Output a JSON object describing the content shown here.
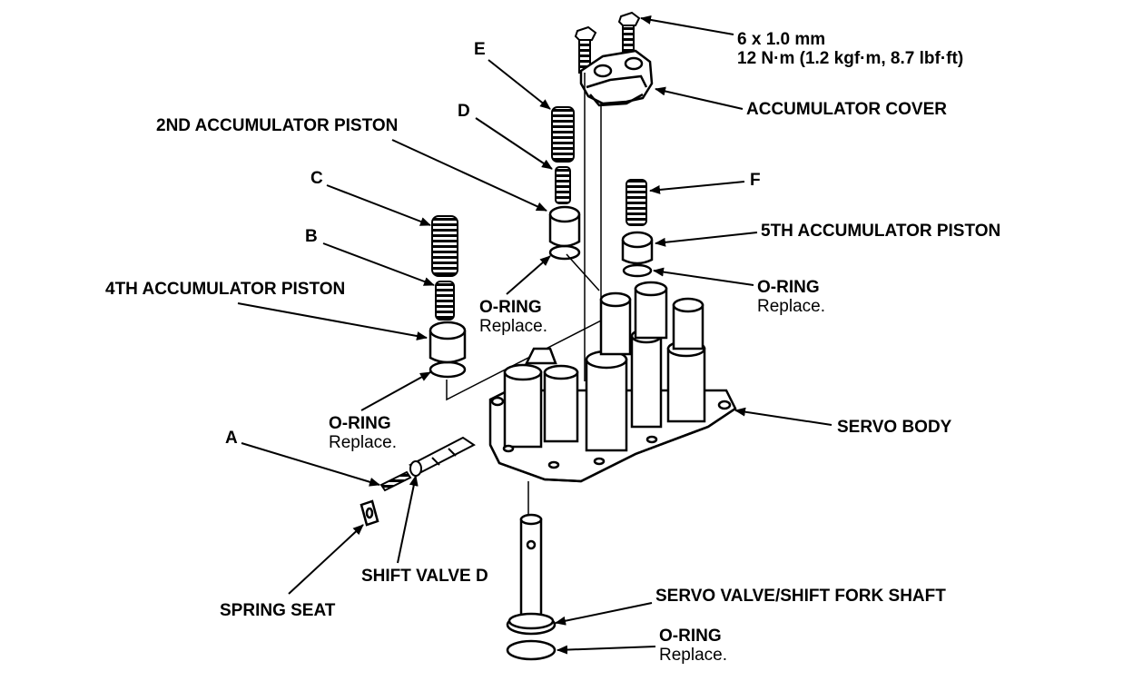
{
  "labels": {
    "bolt_size": "6 x 1.0 mm",
    "bolt_torque": "12 N·m (1.2 kgf·m, 8.7 lbf·ft)",
    "accumulator_cover": "ACCUMULATOR COVER",
    "e": "E",
    "d": "D",
    "c": "C",
    "b": "B",
    "a": "A",
    "f": "F",
    "second_piston": "2ND ACCUMULATOR PISTON",
    "fourth_piston": "4TH ACCUMULATOR PISTON",
    "fifth_piston": "5TH ACCUMULATOR PISTON",
    "oring_1": "O-RING",
    "oring_1_note": "Replace.",
    "oring_2": "O-RING",
    "oring_2_note": "Replace.",
    "oring_3": "O-RING",
    "oring_3_note": "Replace.",
    "oring_4": "O-RING",
    "oring_4_note": "Replace.",
    "servo_body": "SERVO BODY",
    "shift_valve": "SHIFT VALVE D",
    "spring_seat": "SPRING SEAT",
    "servo_valve": "SERVO VALVE/SHIFT FORK SHAFT"
  }
}
